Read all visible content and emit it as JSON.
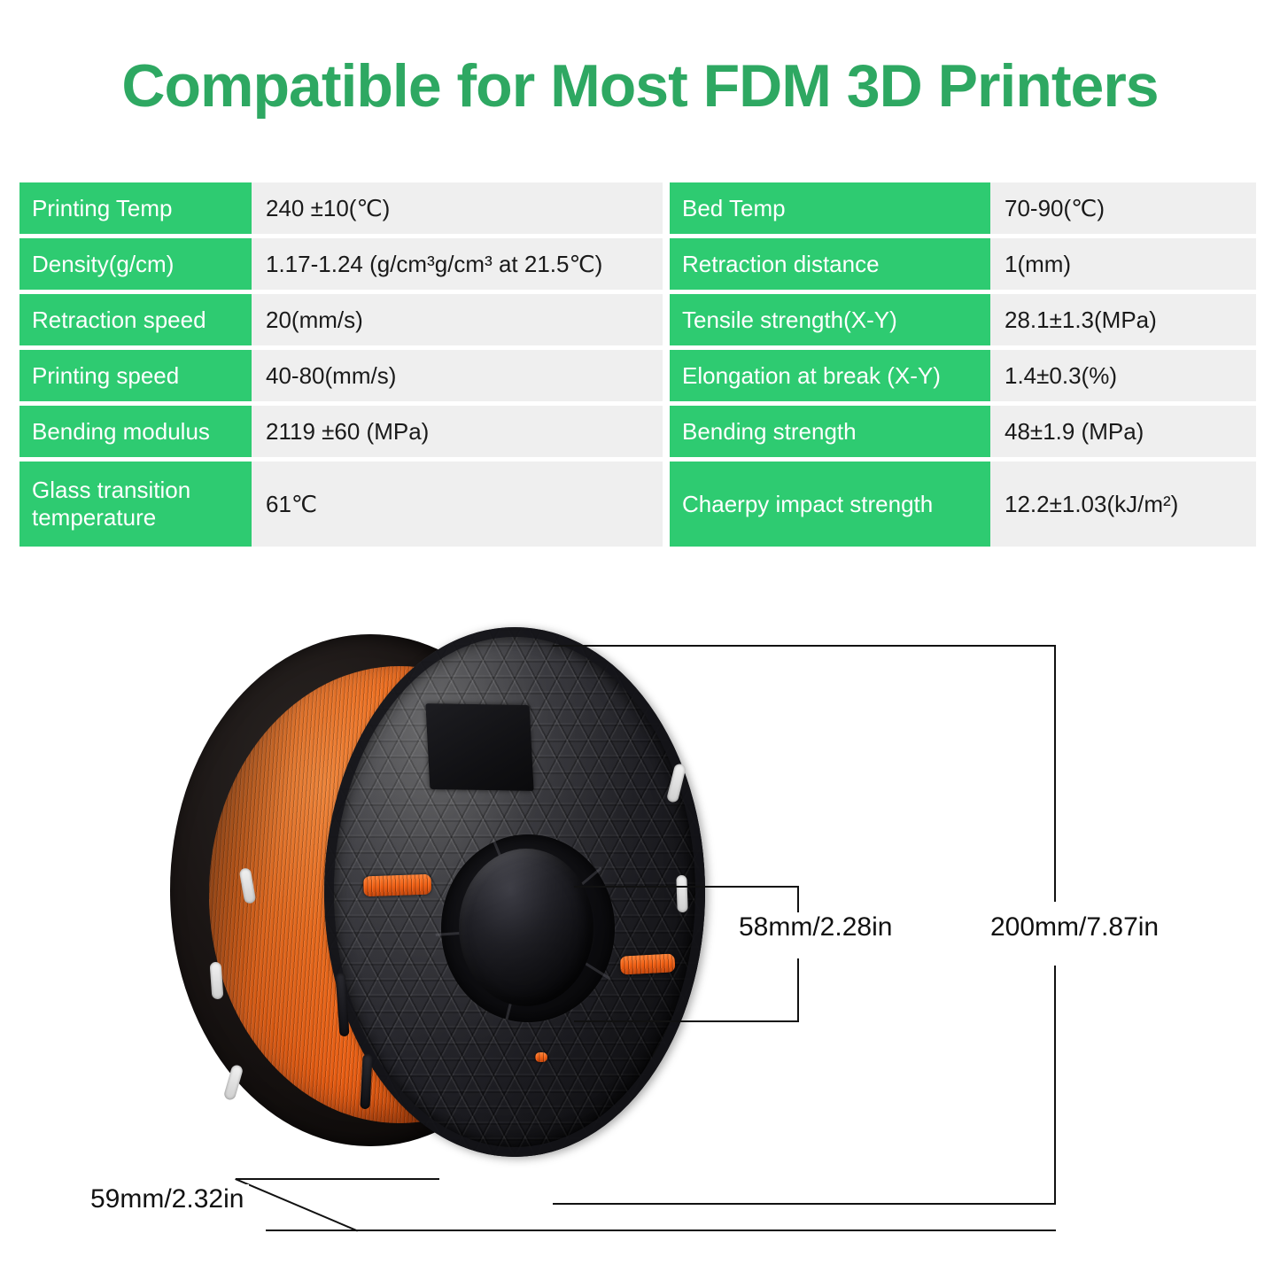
{
  "title": "Compatible for Most FDM 3D Printers",
  "colors": {
    "title_green": "#2ea862",
    "cell_green": "#2ecb71",
    "value_gray": "#efefef",
    "filament_orange": "#ee5d12",
    "spool_black": "#1d1d21",
    "line_black": "#111111"
  },
  "spec_table_left": {
    "rows": [
      {
        "label": "Printing Temp",
        "value": "240 ±10(℃)"
      },
      {
        "label": "Density(g/cm)",
        "value": "1.17-1.24  (g/cm³g/cm³ at 21.5℃)"
      },
      {
        "label": "Retraction speed",
        "value": "20(mm/s)"
      },
      {
        "label": "Printing speed",
        "value": "40-80(mm/s)"
      },
      {
        "label": "Bending modulus",
        "value": "2119 ±60 (MPa)"
      },
      {
        "label": "Glass transition temperature",
        "value": "61℃"
      }
    ]
  },
  "spec_table_right": {
    "rows": [
      {
        "label": "Bed Temp",
        "value": "70-90(℃)"
      },
      {
        "label": "Retraction distance",
        "value": "1(mm)"
      },
      {
        "label": "Tensile strength(X-Y)",
        "value": "28.1±1.3(MPa)"
      },
      {
        "label": "Elongation at break (X-Y)",
        "value": "1.4±0.3(%)"
      },
      {
        "label": "Bending strength",
        "value": "48±1.9 (MPa)"
      },
      {
        "label": "Chaerpy impact strength",
        "value": "12.2±1.03(kJ/m²)"
      }
    ]
  },
  "product": {
    "name": "3d-filament-spool",
    "dimensions": {
      "hub_diameter": "58mm/2.28in",
      "outer_diameter": "200mm/7.87in",
      "width": "59mm/2.32in"
    }
  }
}
